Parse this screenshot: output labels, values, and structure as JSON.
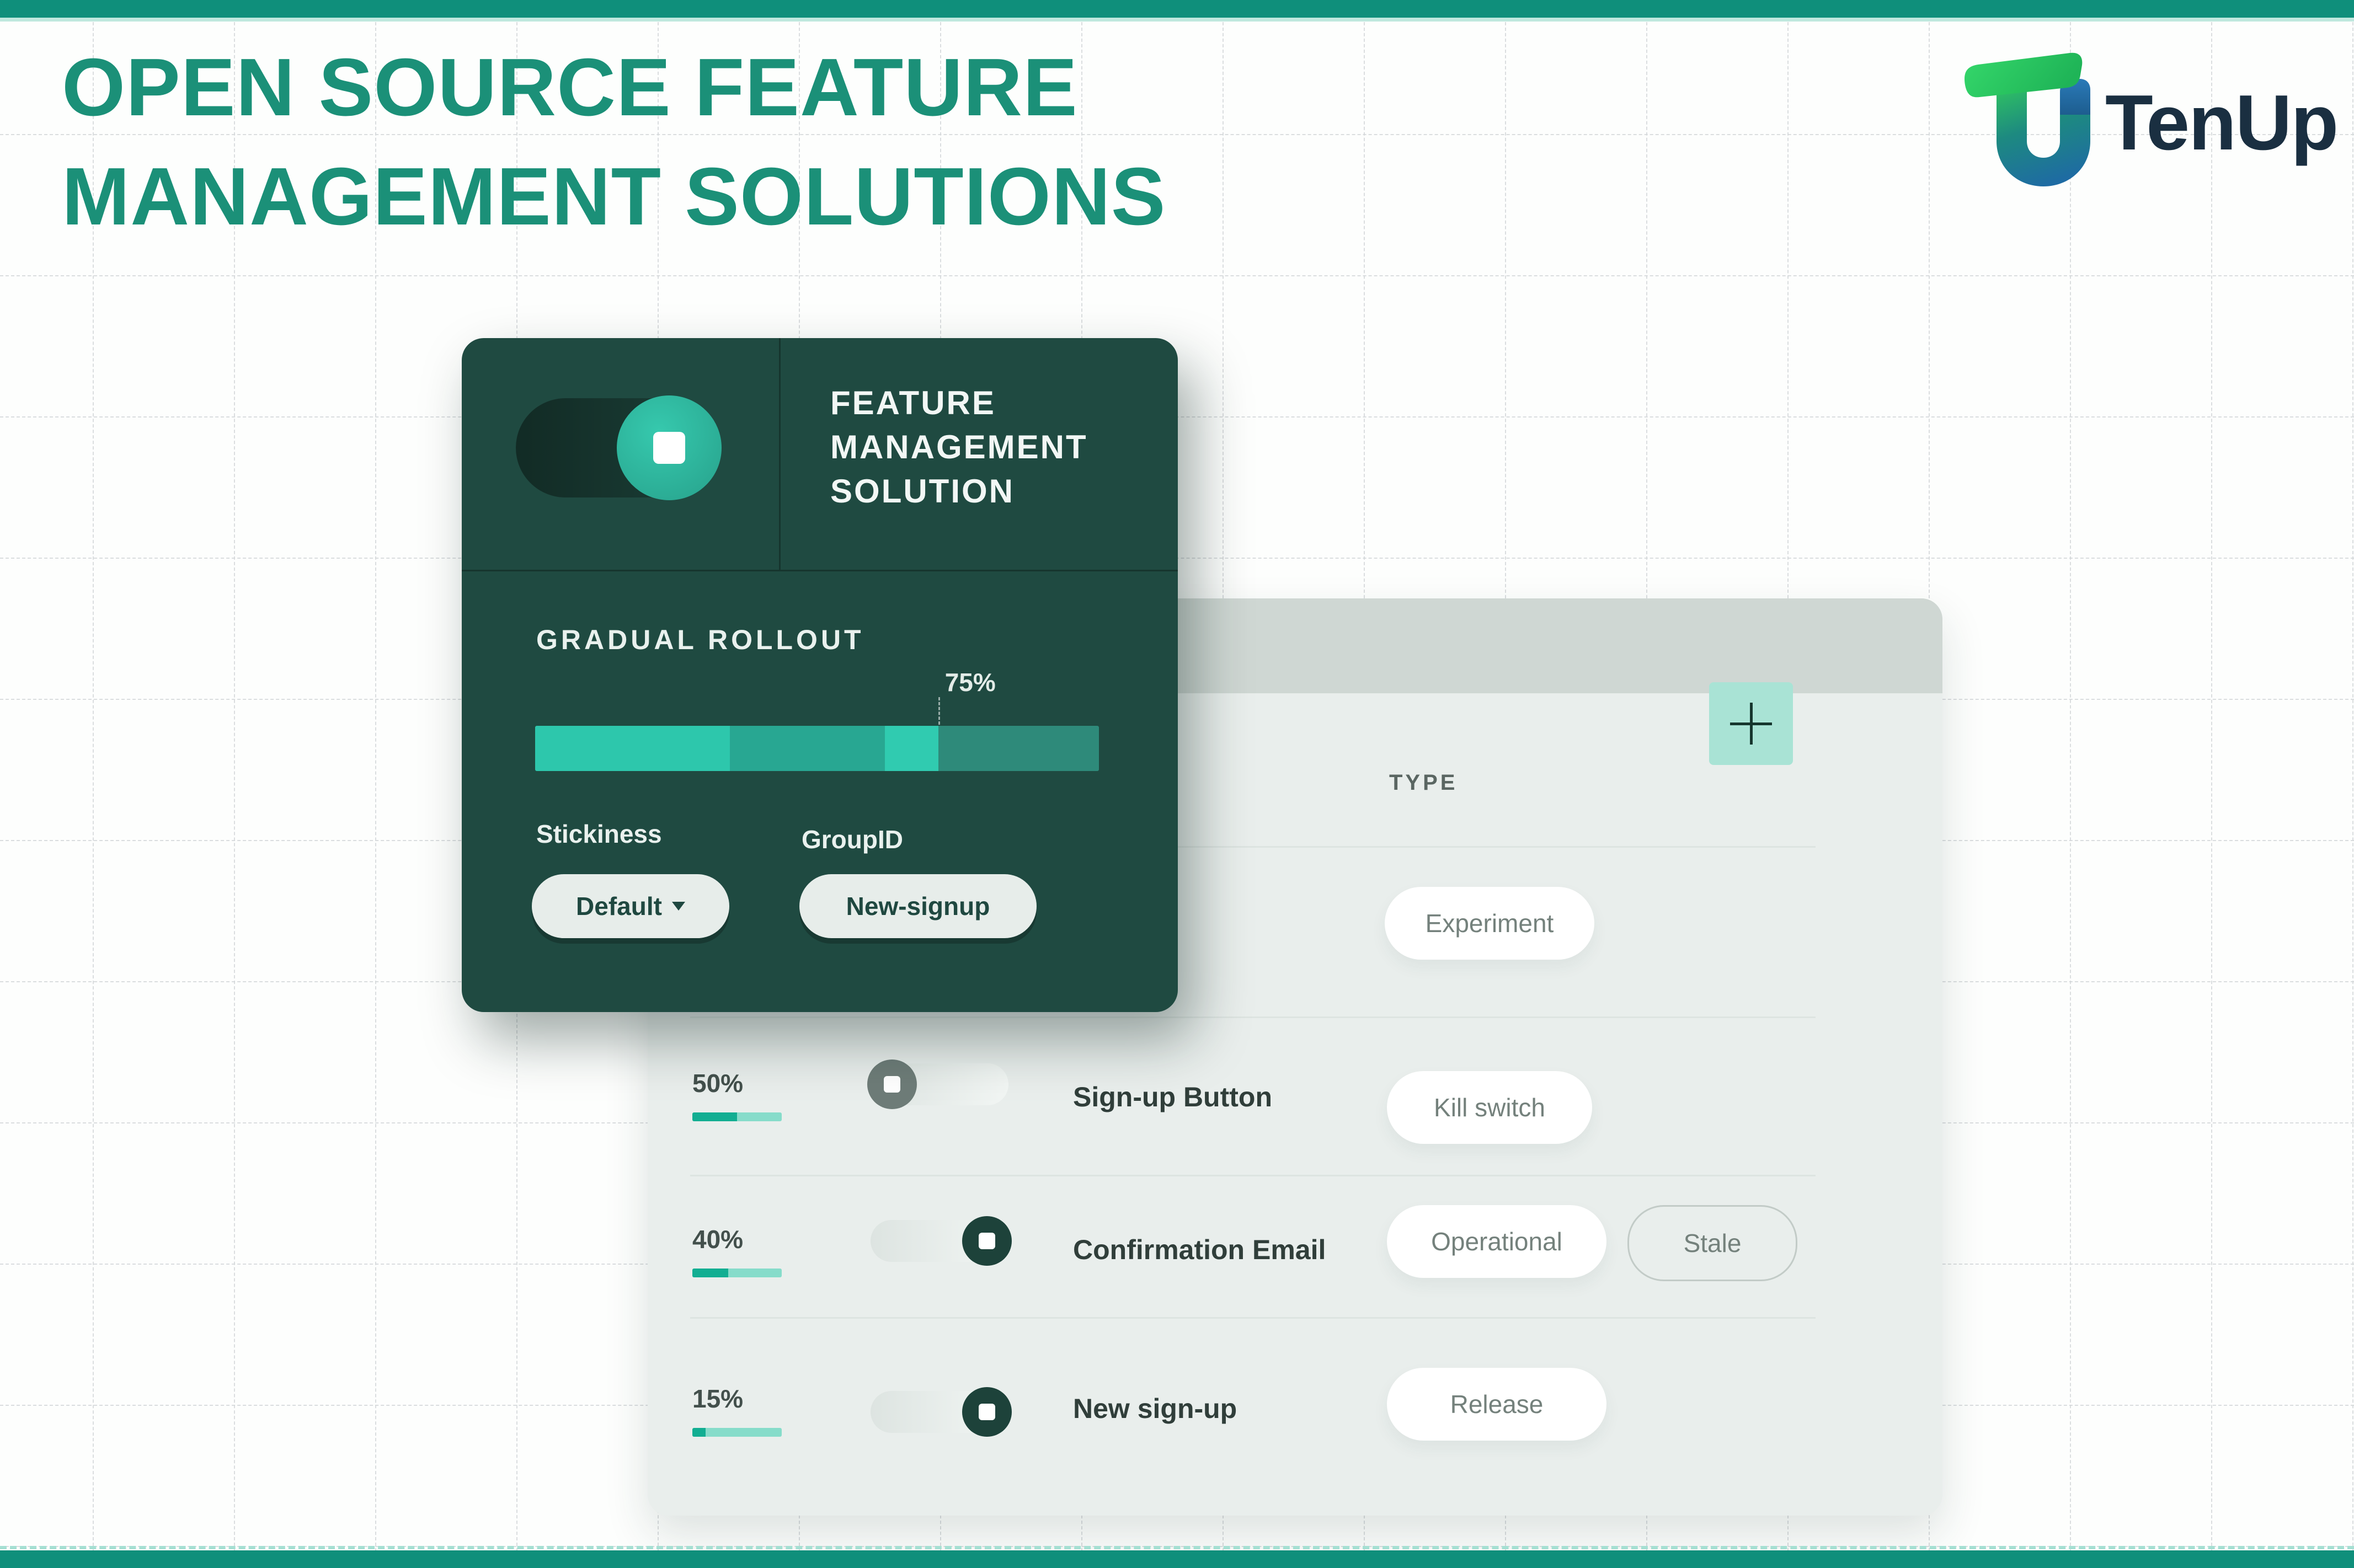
{
  "page": {
    "title_line1": "OPEN SOURCE FEATURE",
    "title_line2": "MANAGEMENT SOLUTIONS",
    "brand_name": "TenUp"
  },
  "colors": {
    "accent_teal": "#0f8f7b",
    "title_teal": "#1b9078",
    "card_bg": "#1f4a41",
    "knob_teal": "#2fbca3",
    "mint_button": "#a9e3d5",
    "panel_bg": "#e9eeec",
    "panel_header_bg": "#cfd7d3",
    "minibar_fill": "#12ae92",
    "minibar_track": "#86dcca",
    "logo_navy": "#1a2f41"
  },
  "icons": {
    "add": "plus-icon",
    "stickiness_caret": "caret-down-icon",
    "hero_toggle": "toggle-on-icon",
    "brand_mark": "tenup-logo-icon"
  },
  "feature_card": {
    "title_lines": [
      "FEATURE",
      "MANAGEMENT",
      "SOLUTION"
    ],
    "hero_toggle_state": "on",
    "rollout": {
      "label": "GRADUAL ROLLOUT",
      "marker_label": "75%",
      "marker_percent": 71.5,
      "segments": [
        {
          "width_percent": 34.5,
          "color": "#2dc7ac"
        },
        {
          "width_percent": 27.5,
          "color": "#28a792"
        },
        {
          "width_percent": 9.5,
          "color": "#30cbb0"
        },
        {
          "width_percent": 28.5,
          "color": "#2e8a7a"
        }
      ]
    },
    "stickiness_label": "Stickiness",
    "stickiness_value": "Default",
    "groupid_label": "GroupID",
    "groupid_value": "New-signup"
  },
  "flags_panel": {
    "add_button_label": "",
    "type_header": "TYPE",
    "rows": [
      {
        "type_badge": "Experiment"
      },
      {
        "percent_label": "50%",
        "percent_value": 50,
        "feature_name": "Sign-up Button",
        "type_badge": "Kill switch",
        "toggle_state": "off"
      },
      {
        "percent_label": "40%",
        "percent_value": 40,
        "feature_name": "Confirmation Email",
        "type_badge": "Operational",
        "status_badge": "Stale",
        "toggle_state": "on"
      },
      {
        "percent_label": "15%",
        "percent_value": 15,
        "feature_name": "New sign-up",
        "type_badge": "Release",
        "toggle_state": "on"
      }
    ]
  }
}
